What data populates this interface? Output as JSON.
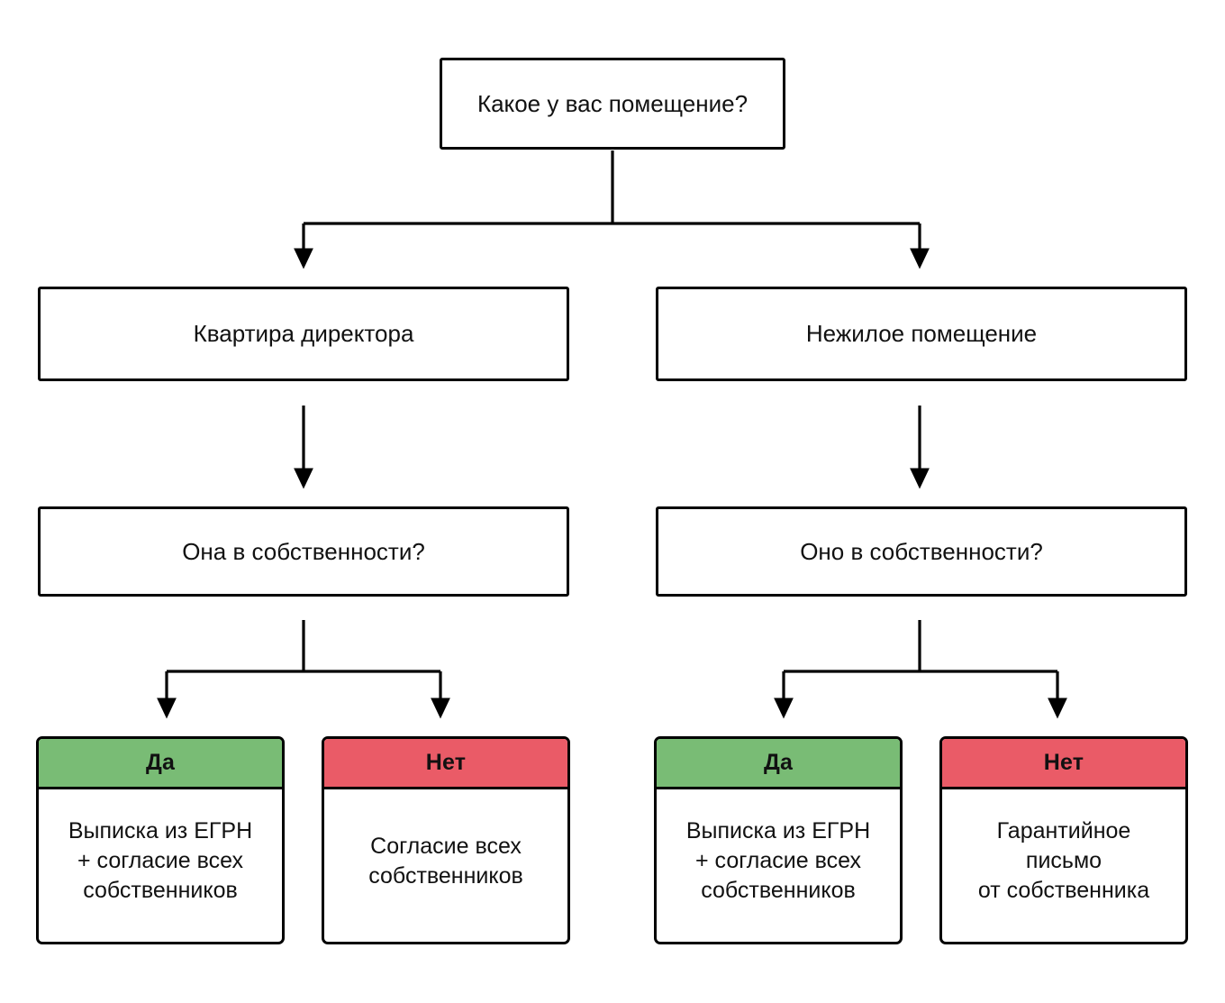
{
  "diagram": {
    "type": "decision-flowchart",
    "language": "ru",
    "background_color": "#ffffff",
    "line_color": "#000000",
    "colors": {
      "yes": "#79bc75",
      "no": "#ea5b67",
      "node_border": "#000000",
      "node_fill": "#ffffff",
      "text": "#111111"
    },
    "root": {
      "id": "root",
      "label": "Какое у вас помещение?"
    },
    "branches": [
      {
        "id": "apartment",
        "label": "Квартира директора",
        "question": {
          "id": "q-left",
          "label": "Она в собственности?"
        },
        "outcomes": [
          {
            "id": "card-1",
            "answer": "Да",
            "answer_type": "yes",
            "result": "Выписка из ЕГРН\n+ согласие всех\nсобственников"
          },
          {
            "id": "card-2",
            "answer": "Нет",
            "answer_type": "no",
            "result": "Согласие всех\nсобственников"
          }
        ]
      },
      {
        "id": "nonresidential",
        "label": "Нежилое помещение",
        "question": {
          "id": "q-right",
          "label": "Оно в собственности?"
        },
        "outcomes": [
          {
            "id": "card-3",
            "answer": "Да",
            "answer_type": "yes",
            "result": "Выписка из ЕГРН\n+ согласие всех\nсобственников"
          },
          {
            "id": "card-4",
            "answer": "Нет",
            "answer_type": "no",
            "result": "Гарантийное\nписьмо\nот собственника"
          }
        ]
      }
    ]
  }
}
